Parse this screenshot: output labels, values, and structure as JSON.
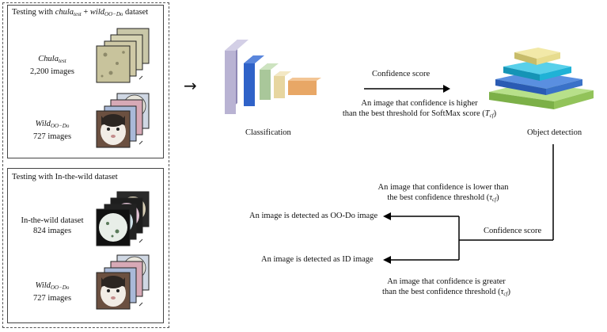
{
  "panel1": {
    "title_prefix": "Testing with ",
    "title_a_base": "chula",
    "title_a_sub": "test",
    "title_plus": " + ",
    "title_b_base": "wild",
    "title_b_sub": "OO−Do",
    "title_suffix": " dataset",
    "item1_base": "Chula",
    "item1_sub": "test",
    "item1_count": "2,200 images",
    "item2_base": "Wild",
    "item2_sub": "OO−Do",
    "item2_count": "727 images"
  },
  "panel2": {
    "title": "Testing with In-the-wild dataset",
    "item1_name": "In-the-wild dataset",
    "item1_count": "824 images",
    "item2_base": "Wild",
    "item2_sub": "OO−Do",
    "item2_count": "727 images"
  },
  "input_arrow": "→",
  "classification_label": "Classification",
  "object_detection_label": "Object detection",
  "edge_top_label": "Confidence score",
  "edge_top_note_l1": "An image that confidence is higher",
  "edge_top_note_l2_pre": "than the best threshold for SoftMax score (",
  "edge_top_note_sym": "T",
  "edge_top_note_sub": "cf",
  "edge_top_note_post": ")",
  "lower_note_l1": "An image that confidence is lower than",
  "lower_note_l2_pre": "the best confidence threshold (",
  "lower_note_sym": "τ",
  "lower_note_sub": "cf",
  "lower_note_post": ")",
  "result_ood": "An image is detected as OO-Do image",
  "result_id": "An image is detected as ID image",
  "edge_bottom_label": "Confidence score",
  "greater_note_l1": "An image that confidence is greater",
  "greater_note_l2_pre": "than the best confidence threshold (",
  "greater_note_sym": "τ",
  "greater_note_sub": "cf",
  "greater_note_post": ")",
  "colors": {
    "cnn_purple": "#b9b3d3",
    "cnn_blue": "#2f62c8",
    "cnn_green": "#a9c79a",
    "cnn_yellow": "#e7d6a0",
    "cnn_orange": "#e8a766",
    "layer_green": "#8fc85a",
    "layer_blue": "#3a72c8",
    "layer_cyan": "#1fb2d6",
    "layer_yellow": "#e7dc8e"
  }
}
